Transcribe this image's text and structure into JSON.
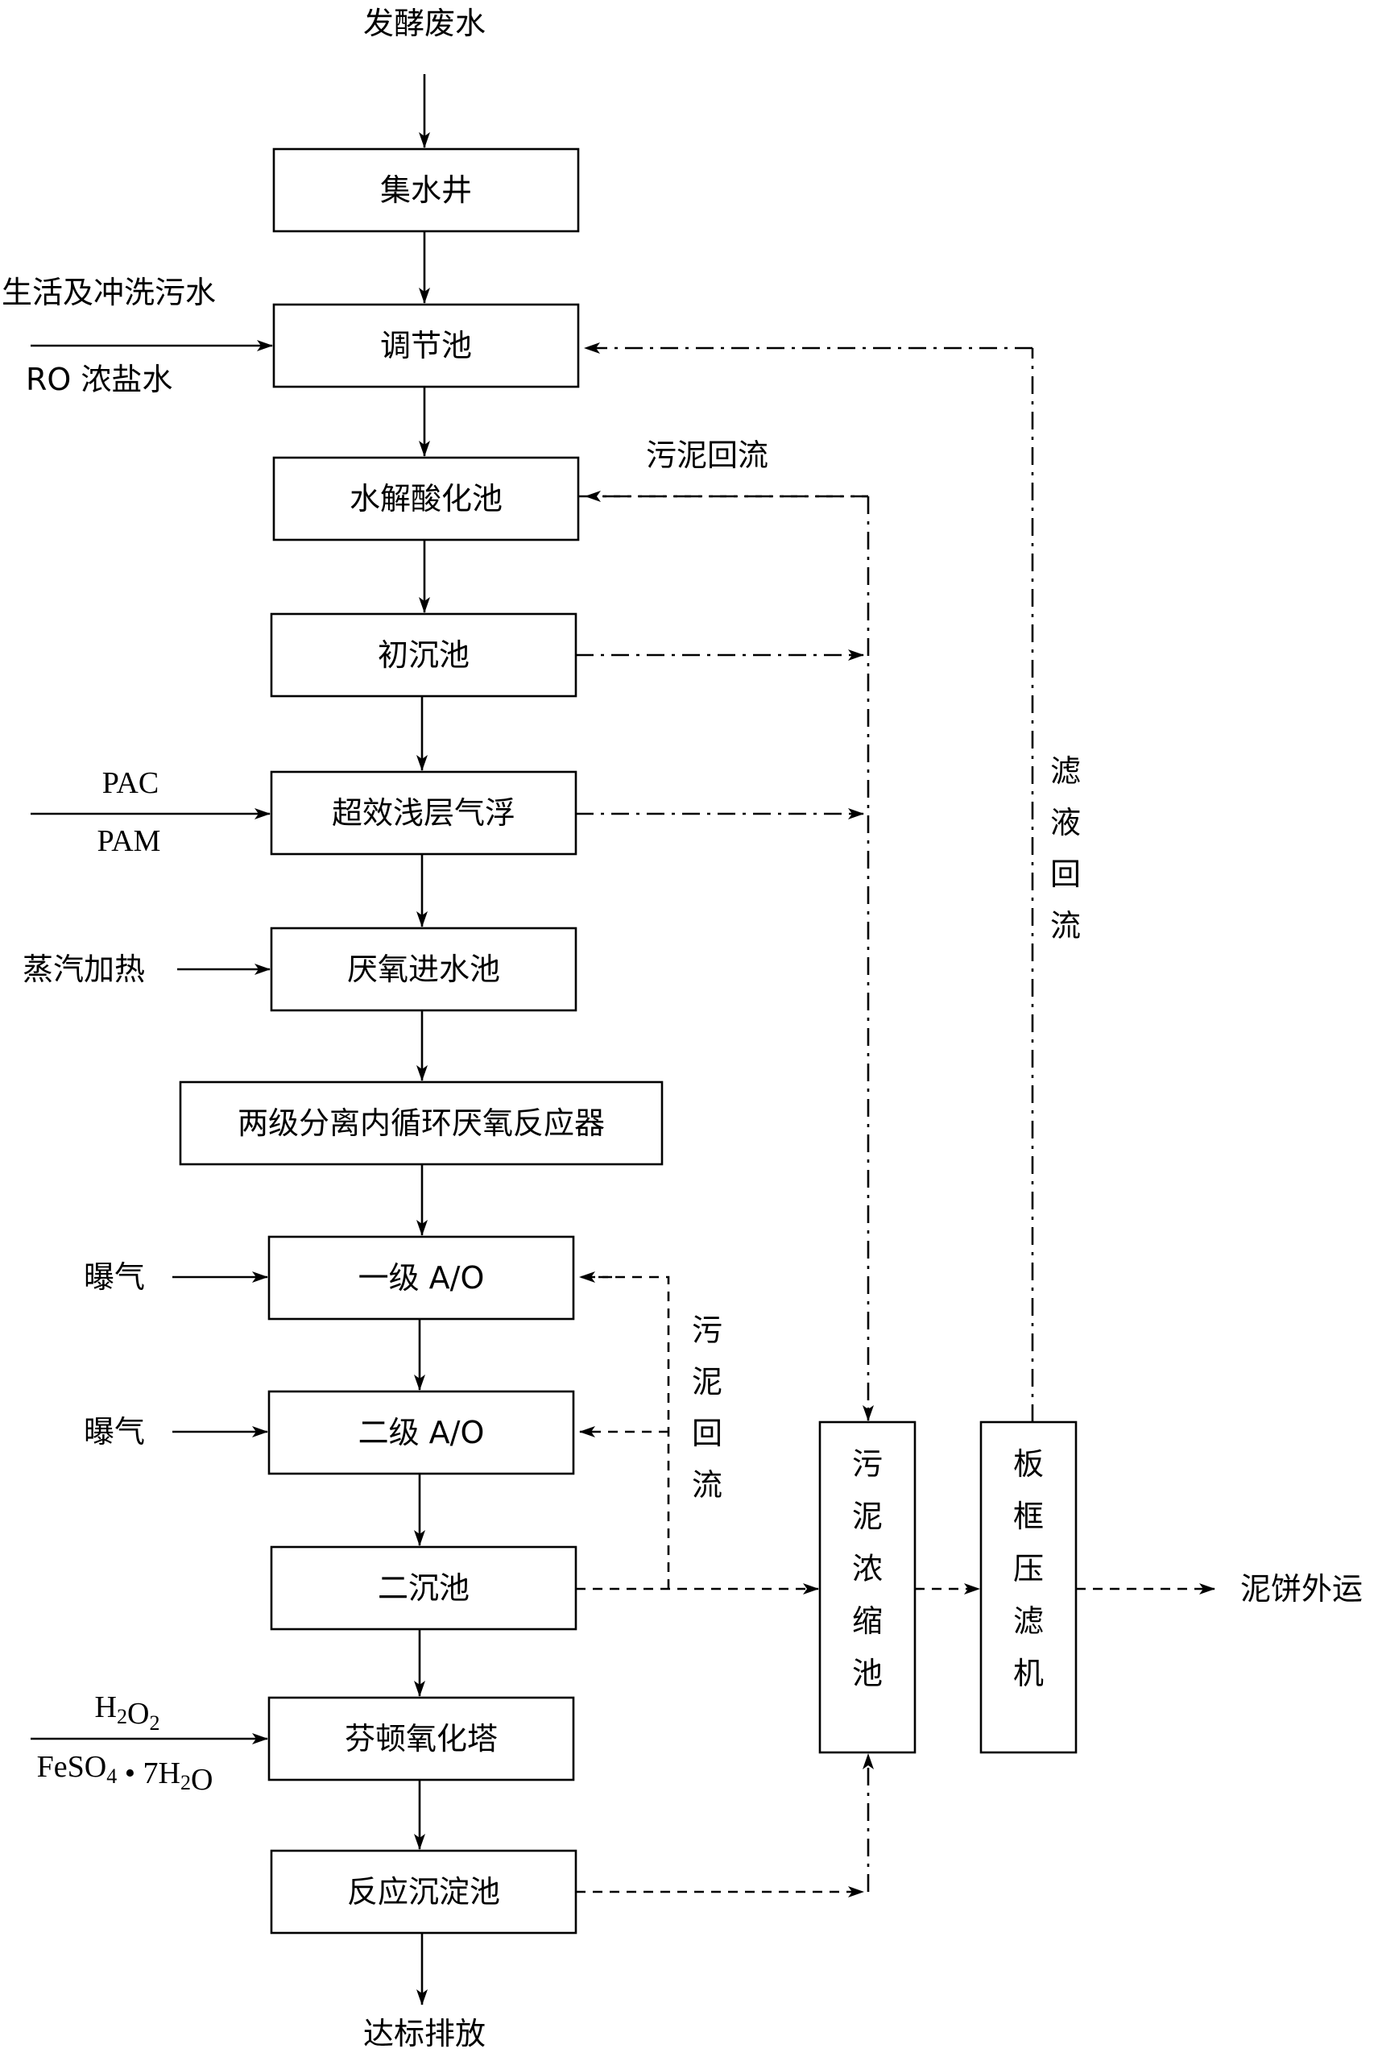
{
  "input": "发酵废水",
  "output": "达标排放",
  "units": {
    "collection_well": "集水井",
    "equalization": "调节池",
    "hydrolysis": "水解酸化池",
    "primary_settling": "初沉池",
    "flotation": "超效浅层气浮",
    "anaerobic_feed": "厌氧进水池",
    "anaerobic_reactor": "两级分离内循环厌氧反应器",
    "ao1": "一级 A/O",
    "ao2": "二级 A/O",
    "secondary_settling": "二沉池",
    "fenton": "芬顿氧化塔",
    "reaction_settling": "反应沉淀池"
  },
  "side_inputs": {
    "domestic_water": "生活及冲洗污水",
    "ro_brine": "RO 浓盐水",
    "pac": "PAC",
    "pam": "PAM",
    "steam": "蒸汽加热",
    "aeration_1": "曝气",
    "aeration_2": "曝气",
    "h2o2": "H2O2",
    "feso4": "FeSO4 • 7H2O"
  },
  "sludge": {
    "thickener": [
      "污",
      "泥",
      "浓",
      "缩",
      "池"
    ],
    "filter_press": [
      "板",
      "框",
      "压",
      "滤",
      "机"
    ],
    "cake": "泥饼外运",
    "return_top": "污泥回流",
    "return_ao": [
      "污",
      "泥",
      "回",
      "流"
    ],
    "filtrate_return": [
      "滤",
      "液",
      "回",
      "流"
    ]
  }
}
